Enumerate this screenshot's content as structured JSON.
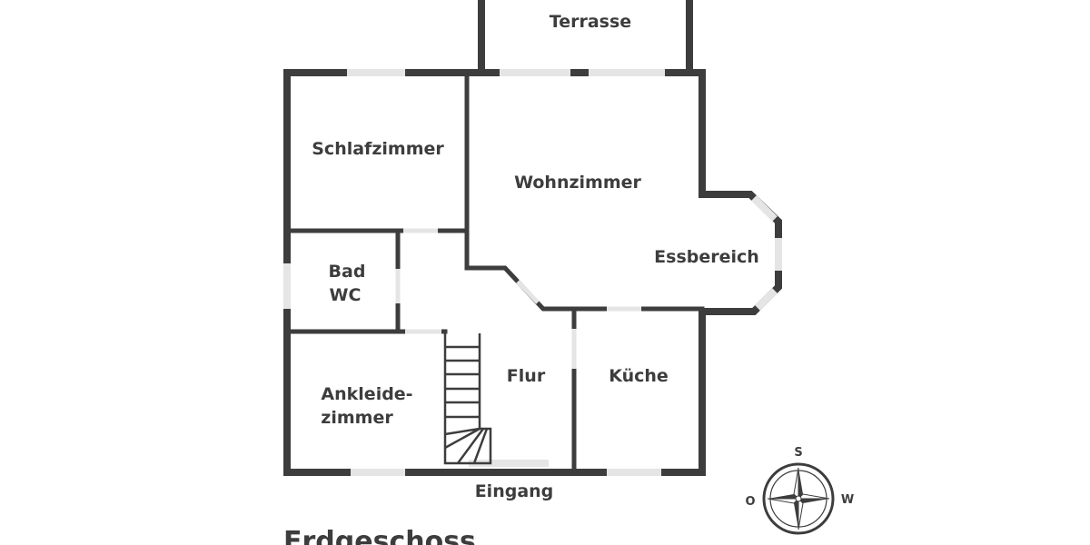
{
  "floorplan": {
    "title": "Erdgeschoss",
    "rooms": {
      "terrasse": "Terrasse",
      "schlafzimmer": "Schlafzimmer",
      "wohnzimmer": "Wohnzimmer",
      "essbereich": "Essbereich",
      "bad": "Bad",
      "wc": "WC",
      "flur": "Flur",
      "kueche": "Küche",
      "ankleide_1": "Ankleide-",
      "ankleide_2": "zimmer",
      "eingang": "Eingang"
    },
    "compass": {
      "north": "S",
      "east": "W",
      "west": "O"
    },
    "colors": {
      "wall": "#3d3d3d",
      "window": "#e5e5e5",
      "background": "#ffffff"
    }
  }
}
